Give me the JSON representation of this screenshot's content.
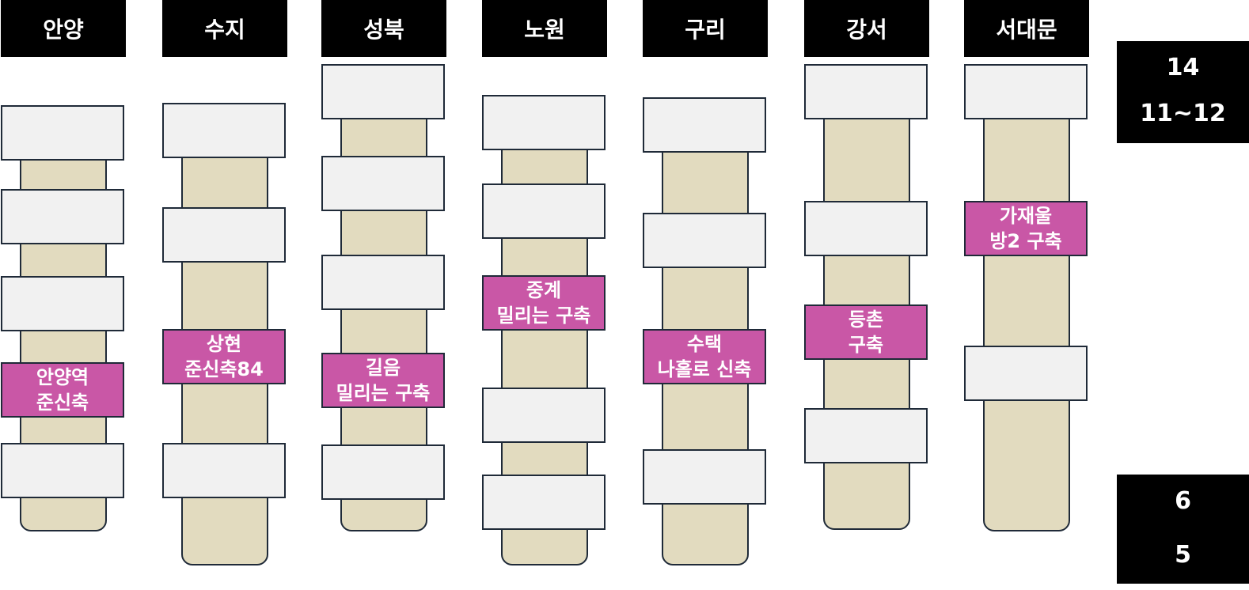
{
  "columns": [
    {
      "header": "안양",
      "blocks": [
        {
          "text": ""
        },
        {
          "text": ""
        },
        {
          "text": ""
        },
        {
          "text": "안양역\n준신축",
          "highlight": true
        },
        {
          "text": ""
        }
      ]
    },
    {
      "header": "수지",
      "blocks": [
        {
          "text": ""
        },
        {
          "text": ""
        },
        {
          "text": "상현\n준신축84",
          "highlight": true
        },
        {
          "text": ""
        }
      ]
    },
    {
      "header": "성북",
      "blocks": [
        {
          "text": ""
        },
        {
          "text": ""
        },
        {
          "text": ""
        },
        {
          "text": "길음\n밀리는 구축",
          "highlight": true
        },
        {
          "text": ""
        }
      ]
    },
    {
      "header": "노원",
      "blocks": [
        {
          "text": ""
        },
        {
          "text": ""
        },
        {
          "text": "중계\n밀리는 구축",
          "highlight": true
        },
        {
          "text": ""
        },
        {
          "text": ""
        }
      ]
    },
    {
      "header": "구리",
      "blocks": [
        {
          "text": ""
        },
        {
          "text": ""
        },
        {
          "text": "수택\n나홀로 신축",
          "highlight": true
        },
        {
          "text": ""
        }
      ]
    },
    {
      "header": "강서",
      "blocks": [
        {
          "text": ""
        },
        {
          "text": ""
        },
        {
          "text": "등촌\n구축",
          "highlight": true
        },
        {
          "text": ""
        }
      ]
    },
    {
      "header": "서대문",
      "blocks": [
        {
          "text": ""
        },
        {
          "text": "가재울\n방2 구축",
          "highlight": true
        },
        {
          "text": ""
        }
      ]
    }
  ],
  "scale_top": {
    "line1": "14",
    "line2": "11~12"
  },
  "scale_bottom": {
    "line1": "6",
    "line2": "5"
  },
  "colors": {
    "header_bg": "#000000",
    "bar": "#e2dbbf",
    "block": "#f1f1f1",
    "highlight": "#c957a6",
    "outline": "#1f2a38"
  }
}
